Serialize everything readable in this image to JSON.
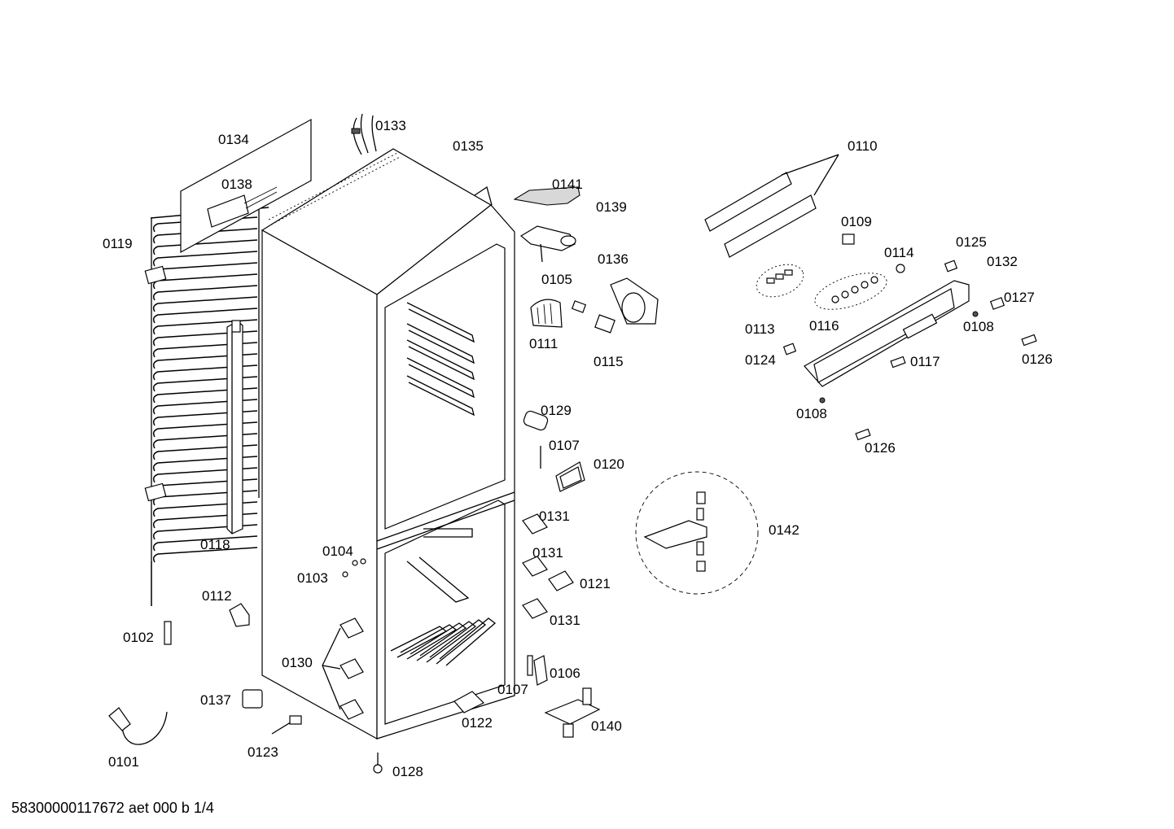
{
  "document_id": "58300000117672 aet 000 b 1/4",
  "labels": {
    "p0101": "0101",
    "p0102": "0102",
    "p0103": "0103",
    "p0104": "0104",
    "p0105": "0105",
    "p0106": "0106",
    "p0107a": "0107",
    "p0107b": "0107",
    "p0108a": "0108",
    "p0108b": "0108",
    "p0109": "0109",
    "p0110": "0110",
    "p0111": "0111",
    "p0112": "0112",
    "p0113": "0113",
    "p0114": "0114",
    "p0115": "0115",
    "p0116": "0116",
    "p0117": "0117",
    "p0118": "0118",
    "p0119": "0119",
    "p0120": "0120",
    "p0121": "0121",
    "p0122": "0122",
    "p0123": "0123",
    "p0124": "0124",
    "p0125": "0125",
    "p0126a": "0126",
    "p0126b": "0126",
    "p0127": "0127",
    "p0128": "0128",
    "p0129": "0129",
    "p0130": "0130",
    "p0131a": "0131",
    "p0131b": "0131",
    "p0131c": "0131",
    "p0132": "0132",
    "p0133": "0133",
    "p0134": "0134",
    "p0135": "0135",
    "p0136": "0136",
    "p0137": "0137",
    "p0138": "0138",
    "p0139": "0139",
    "p0140": "0140",
    "p0141": "0141",
    "p0142": "0142"
  }
}
